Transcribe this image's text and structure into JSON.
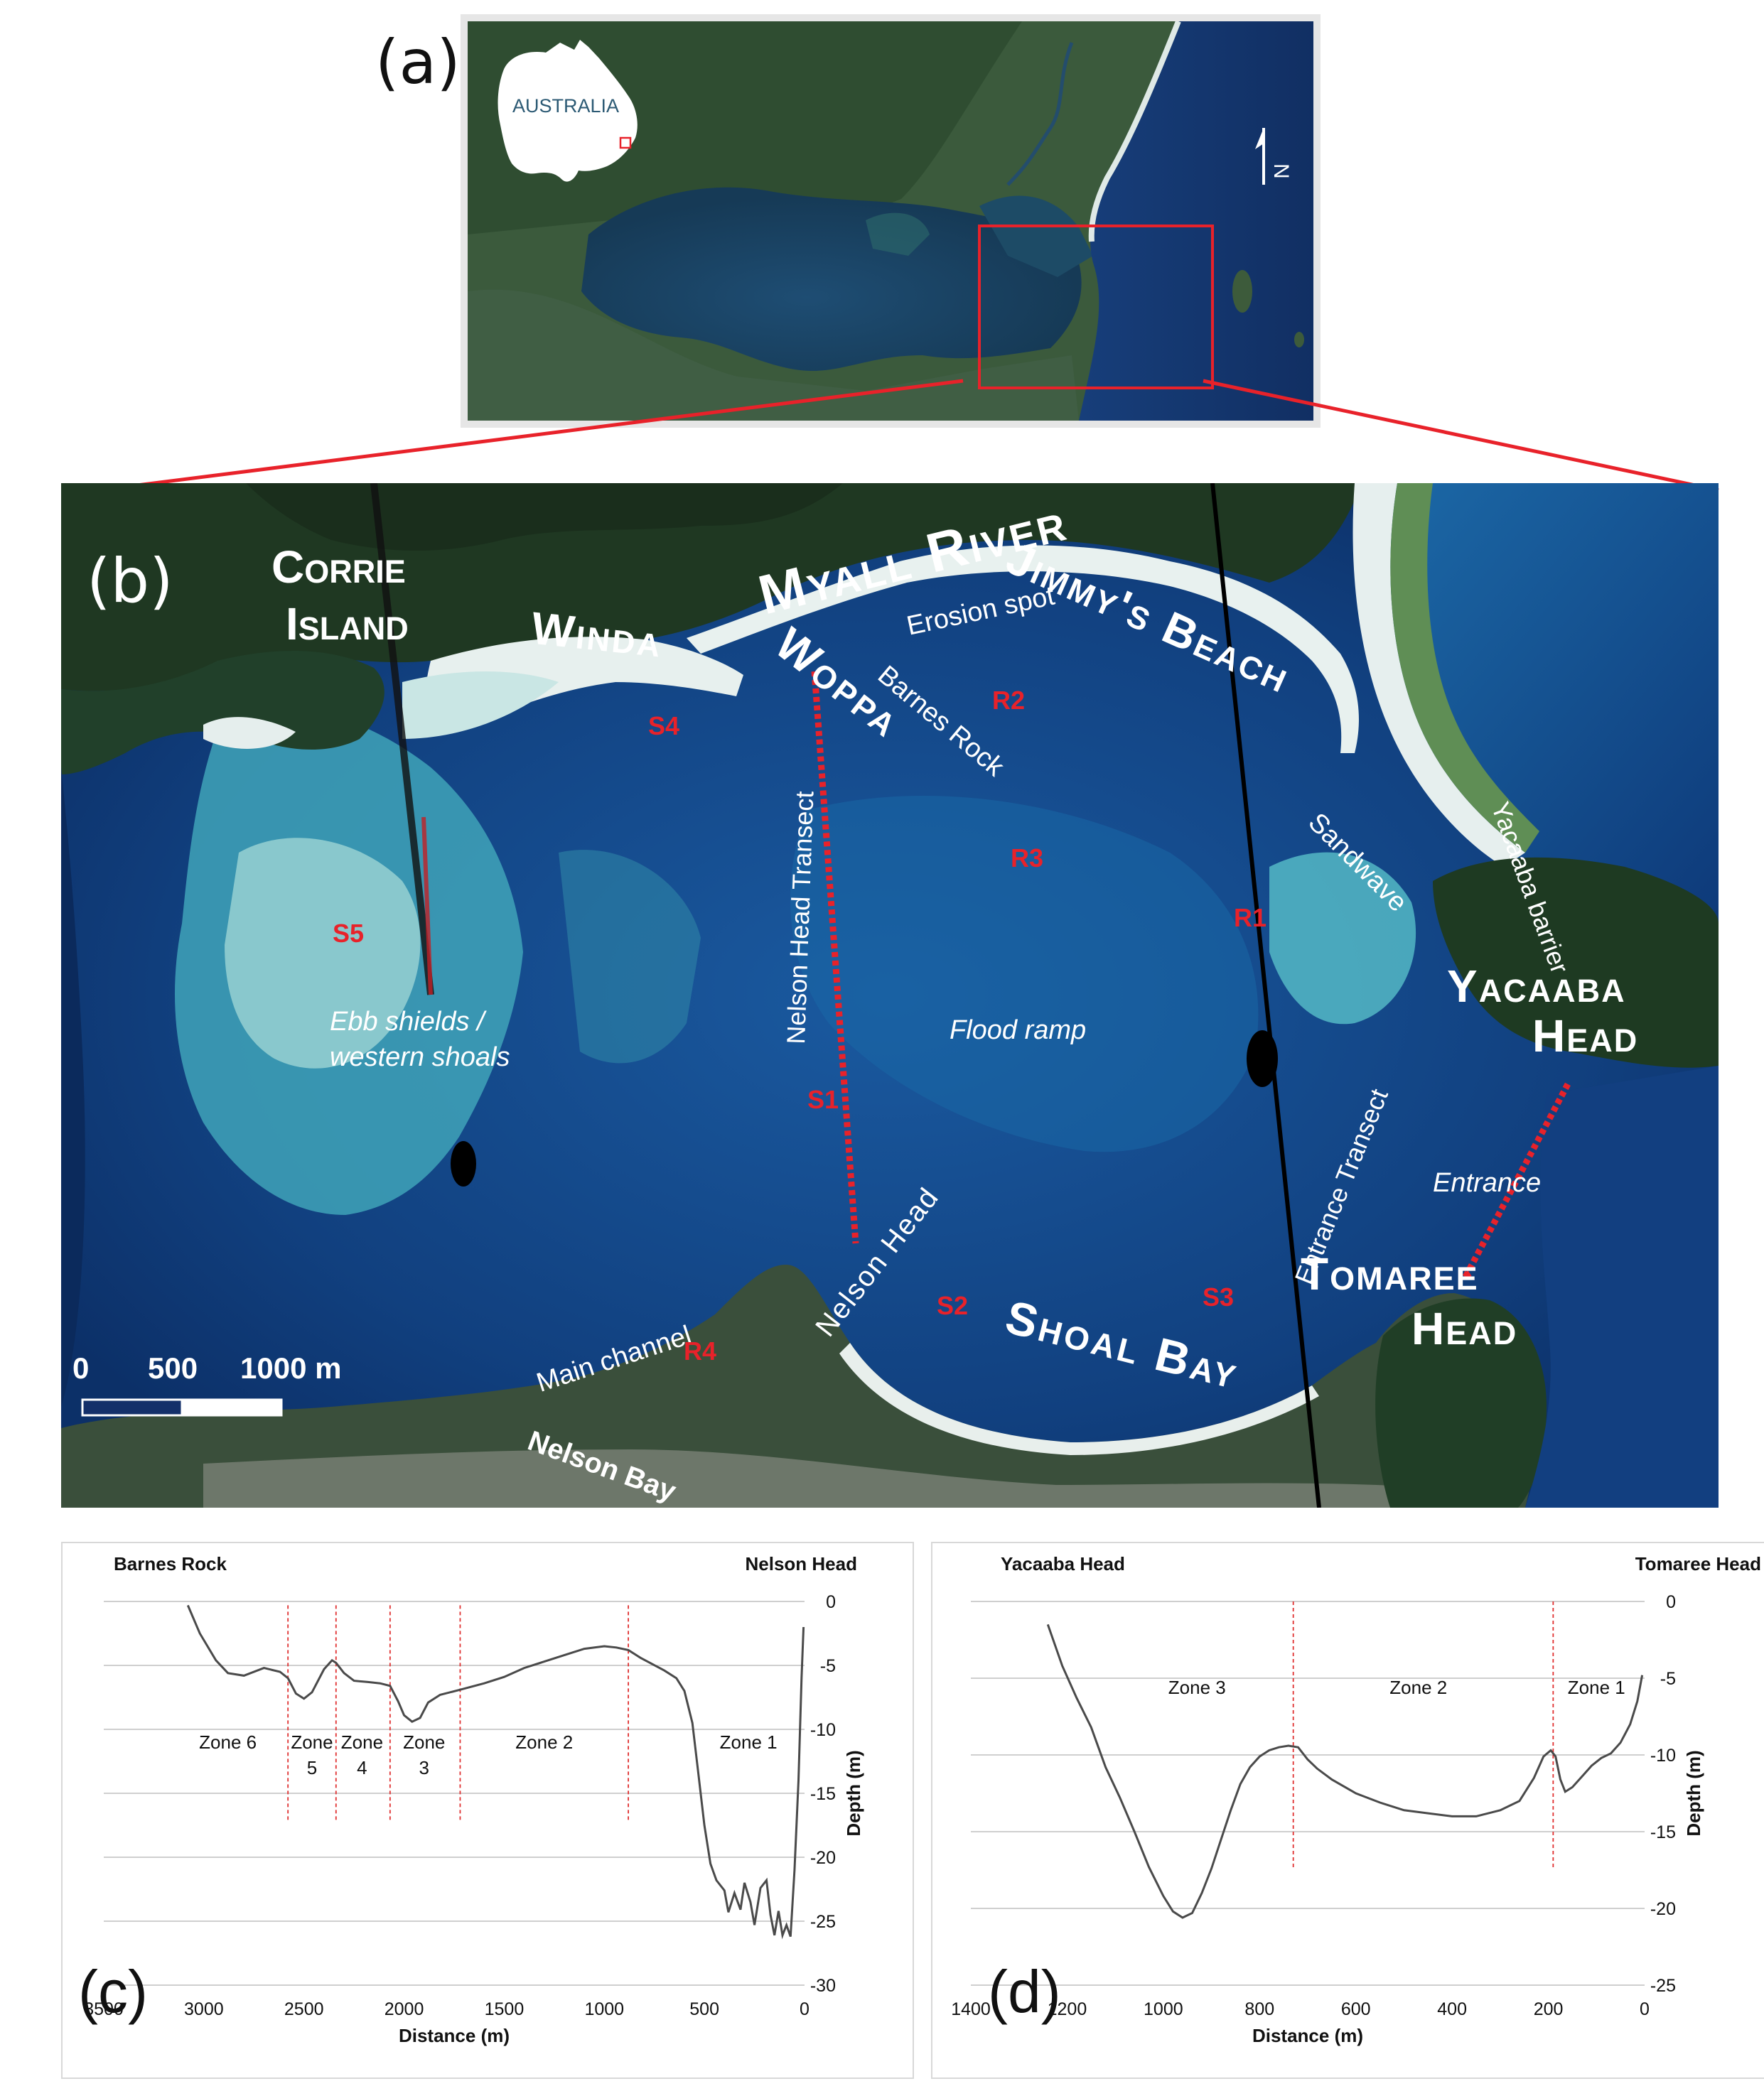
{
  "panels": {
    "a": "(a)",
    "b": "(b)",
    "c": "(c)",
    "d": "(d)"
  },
  "overview": {
    "country_label": "AUSTRALIA",
    "north_label": "N"
  },
  "map": {
    "place_labels": {
      "myall_river": "Myall River",
      "corrie_island_1": "Corrie",
      "corrie_island_2": "Island",
      "winda": "Winda",
      "woppa": "Woppa",
      "jimmys_beach": "Jimmy's Beach",
      "yacaaba_head_1": "Yacaaba",
      "yacaaba_head_2": "Head",
      "tomaree_head_1": "Tomaree",
      "tomaree_head_2": "Head",
      "shoal_bay": "Shoal Bay",
      "nelson_bay": "Nelson Bay",
      "nelson_head": "Nelson Head",
      "barnes_rock": "Barnes Rock",
      "erosion_spot": "Erosion spot",
      "yacaaba_barrier": "Yacaaba barrier",
      "sandwave": "Sandwave",
      "entrance": "Entrance",
      "flood_ramp": "Flood ramp",
      "ebb_shields_1": "Ebb shields /",
      "ebb_shields_2": "western shoals",
      "main_channel": "Main channel",
      "nelson_head_transect": "Nelson Head Transect",
      "entrance_transect": "Entrance Transect"
    },
    "sites": {
      "S1": "S1",
      "S2": "S2",
      "S3": "S3",
      "S4": "S4",
      "S5": "S5",
      "R1": "R1",
      "R2": "R2",
      "R3": "R3",
      "R4": "R4"
    },
    "scale_bar": {
      "tick_0": "0",
      "tick_500": "500",
      "tick_1000": "1000 m"
    },
    "colors": {
      "deep_water": "#0d3470",
      "shallow_water": "#3d9fb8",
      "sand": "#eaf2f0",
      "vegetation": "#1f3a22",
      "label_white": "#ffffff",
      "site_red": "#e8222a",
      "transect_red": "#e8222a"
    }
  },
  "chart_data": [
    {
      "type": "line",
      "panel": "(c)",
      "left_label": "Barnes Rock",
      "right_label": "Nelson Head",
      "xlabel": "Distance (m)",
      "ylabel": "Depth (m)",
      "x_reversed": true,
      "xlim": [
        3500,
        0
      ],
      "ylim": [
        -30,
        0
      ],
      "xticks": [
        "3500",
        "3000",
        "2500",
        "2000",
        "1500",
        "1000",
        "500",
        "0"
      ],
      "yticks": [
        "0",
        "-5",
        "-10",
        "-15",
        "-20",
        "-25",
        "-30"
      ],
      "grid": "horizontal",
      "zone_lines": [
        2580,
        2340,
        2070,
        1720,
        880
      ],
      "zones": [
        {
          "label": "Zone 6",
          "x": 2880,
          "y": -11
        },
        {
          "label": "Zone",
          "x": 2460,
          "y": -11
        },
        {
          "label": "5",
          "x": 2460,
          "y": -13
        },
        {
          "label": "Zone",
          "x": 2210,
          "y": -11
        },
        {
          "label": "4",
          "x": 2210,
          "y": -13
        },
        {
          "label": "Zone",
          "x": 1900,
          "y": -11
        },
        {
          "label": "3",
          "x": 1900,
          "y": -13
        },
        {
          "label": "Zone 2",
          "x": 1300,
          "y": -11
        },
        {
          "label": "Zone 1",
          "x": 280,
          "y": -11
        }
      ],
      "series": [
        {
          "x": [
            3080,
            3020,
            2940,
            2880,
            2800,
            2700,
            2620,
            2580,
            2540,
            2500,
            2460,
            2400,
            2360,
            2340,
            2300,
            2250,
            2180,
            2120,
            2070,
            2030,
            2000,
            1960,
            1920,
            1880,
            1820,
            1720,
            1600,
            1500,
            1400,
            1300,
            1200,
            1100,
            1000,
            940,
            880,
            820,
            760,
            700,
            640,
            600,
            560,
            530,
            500,
            470,
            440,
            400,
            380,
            350,
            320,
            300,
            270,
            250,
            220,
            190,
            170,
            150,
            130,
            110,
            90,
            70,
            50,
            30,
            15,
            5
          ],
          "y": [
            -0.3,
            -2.5,
            -4.6,
            -5.6,
            -5.8,
            -5.2,
            -5.5,
            -6.0,
            -7.2,
            -7.6,
            -7.1,
            -5.3,
            -4.6,
            -4.8,
            -5.6,
            -6.2,
            -6.3,
            -6.4,
            -6.6,
            -7.8,
            -8.9,
            -9.4,
            -9.1,
            -7.9,
            -7.3,
            -6.9,
            -6.4,
            -5.9,
            -5.2,
            -4.7,
            -4.2,
            -3.7,
            -3.5,
            -3.6,
            -3.8,
            -4.4,
            -4.9,
            -5.4,
            -6.0,
            -7.0,
            -9.5,
            -13.5,
            -17.5,
            -20.5,
            -21.8,
            -22.6,
            -24.3,
            -22.8,
            -24.1,
            -22.0,
            -23.5,
            -25.3,
            -22.4,
            -21.8,
            -24.5,
            -26.1,
            -24.2,
            -26.1,
            -25.3,
            -26.2,
            -21.0,
            -14.0,
            -6.0,
            -2.0
          ]
        }
      ]
    },
    {
      "type": "line",
      "panel": "(d)",
      "left_label": "Yacaaba Head",
      "right_label": "Tomaree Head",
      "xlabel": "Distance (m)",
      "ylabel": "Depth (m)",
      "x_reversed": true,
      "xlim": [
        1400,
        0
      ],
      "ylim": [
        -25,
        0
      ],
      "xticks": [
        "1400",
        "1200",
        "1000",
        "800",
        "600",
        "400",
        "200",
        "0"
      ],
      "yticks": [
        "0",
        "-5",
        "-10",
        "-15",
        "-20",
        "-25"
      ],
      "grid": "horizontal",
      "zone_lines": [
        730,
        190
      ],
      "zones": [
        {
          "label": "Zone 3",
          "x": 930,
          "y": -5.6
        },
        {
          "label": "Zone 2",
          "x": 470,
          "y": -5.6
        },
        {
          "label": "Zone 1",
          "x": 100,
          "y": -5.6
        }
      ],
      "series": [
        {
          "x": [
            1240,
            1210,
            1180,
            1150,
            1120,
            1090,
            1060,
            1030,
            1000,
            980,
            960,
            940,
            920,
            900,
            880,
            860,
            840,
            820,
            800,
            780,
            760,
            740,
            720,
            700,
            680,
            650,
            600,
            550,
            500,
            450,
            400,
            350,
            300,
            260,
            230,
            210,
            195,
            185,
            175,
            165,
            150,
            130,
            110,
            90,
            70,
            50,
            30,
            15,
            5
          ],
          "y": [
            -1.5,
            -4.2,
            -6.3,
            -8.2,
            -10.8,
            -12.8,
            -15.0,
            -17.3,
            -19.2,
            -20.2,
            -20.6,
            -20.3,
            -19.0,
            -17.4,
            -15.5,
            -13.6,
            -11.9,
            -10.8,
            -10.1,
            -9.7,
            -9.5,
            -9.4,
            -9.5,
            -10.3,
            -10.9,
            -11.6,
            -12.5,
            -13.1,
            -13.6,
            -13.8,
            -14.0,
            -14.0,
            -13.6,
            -13.0,
            -11.5,
            -10.1,
            -9.7,
            -10.1,
            -11.6,
            -12.4,
            -12.1,
            -11.4,
            -10.7,
            -10.2,
            -9.9,
            -9.2,
            -8.0,
            -6.5,
            -4.8
          ]
        }
      ]
    }
  ]
}
